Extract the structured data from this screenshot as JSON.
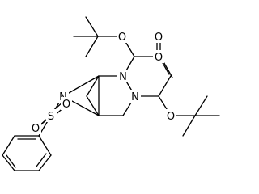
{
  "molecule": {
    "atom_labels": {
      "O_top_ester": "O",
      "O_top_carbonyl": "O",
      "N_upper": "N",
      "N_lower": "N",
      "O_lower_carbonyl": "O",
      "O_lower_ester": "O",
      "N_aziridine": "N",
      "S_sulfonyl": "S",
      "O_sulfonyl_upper": "O",
      "O_sulfonyl_lower": "O"
    },
    "colors": {
      "bond": "#000000",
      "label": "#000000",
      "background": "#ffffff"
    }
  }
}
